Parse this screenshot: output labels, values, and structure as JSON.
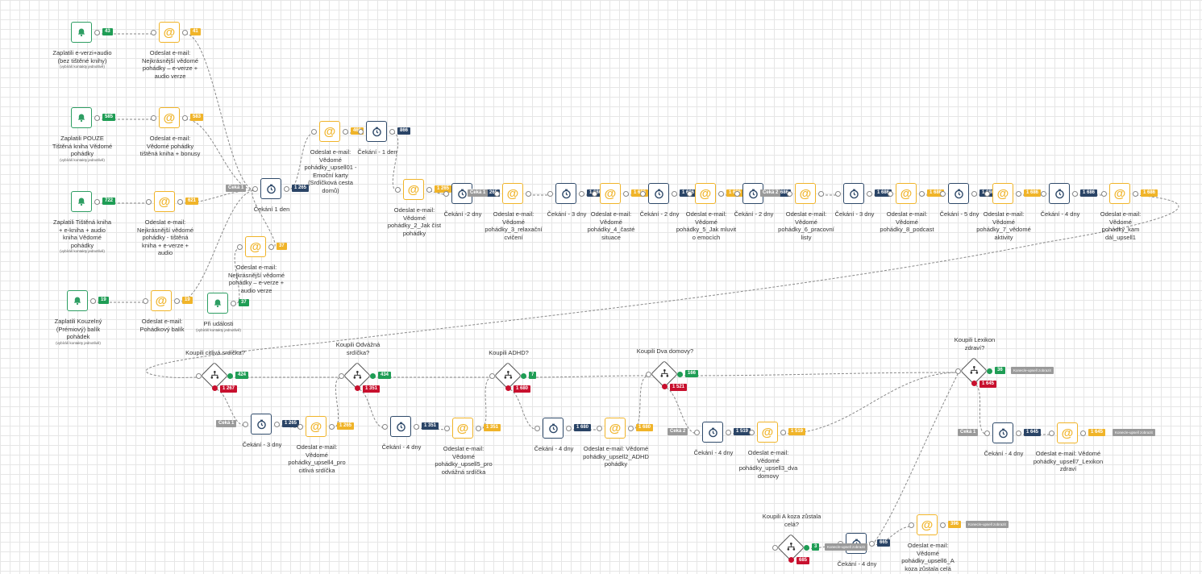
{
  "nodes": [
    {
      "id": "t1",
      "type": "trigger",
      "label": "Zaplatili e-verzi+audio\n(bez tištěné knihy)",
      "sub": "(vybíráš kontakty jednotlivě)",
      "count": "43",
      "cls": "green"
    },
    {
      "id": "e1",
      "type": "email",
      "label": "Odeslat e-mail:\nNejkrásnější vědomé\npohádky – e-verze +\naudio verze",
      "count": "41",
      "cls": "orange"
    },
    {
      "id": "t2",
      "type": "trigger",
      "label": "Zaplatili POUZE\nTištěná kniha Vědomé\npohádky",
      "sub": "(vybíráš kontakty jednotlivě)",
      "count": "585",
      "cls": "green"
    },
    {
      "id": "e2",
      "type": "email",
      "label": "Odeslat e-mail:\nVědomé pohádky\ntištěná kniha + bonusy",
      "count": "583",
      "cls": "orange"
    },
    {
      "id": "t3",
      "type": "trigger",
      "label": "Zaplatili Tištěná kniha\n+ e-kniha + audio\nkniha Vědomé\npohádky",
      "sub": "(vybíráš kontakty jednotlivě)",
      "count": "722",
      "cls": "green"
    },
    {
      "id": "e3",
      "type": "email",
      "label": "Odeslat e-mail:\nNejkrásnější vědomé\npohádky - tištěná\nkniha + e-verze +\naudio",
      "count": "621",
      "cls": "orange"
    },
    {
      "id": "t4",
      "type": "trigger",
      "label": "Zaplatili Kouzelný\n(Prémiový) balík\npohádek",
      "sub": "(vybíráš kontakty jednotlivě)",
      "count": "19",
      "cls": "green"
    },
    {
      "id": "e4",
      "type": "email",
      "label": "Odeslat e-mail:\nPohádkový balík",
      "count": "19",
      "cls": "orange"
    },
    {
      "id": "t5",
      "type": "trigger",
      "label": "Při události",
      "sub": "(vybíráš kontakty jednotlivě)",
      "count": "37",
      "cls": "green"
    },
    {
      "id": "e5",
      "type": "email",
      "label": "Odeslat e-mail:\nNejkrásnější vědomé\npohádky – e-verze +\naudio verze",
      "count": "37",
      "cls": "orange"
    },
    {
      "id": "w1",
      "type": "wait",
      "label": "Čekání 1 den",
      "count": "1 265",
      "cls": "navy",
      "pre": "Čeká 1"
    },
    {
      "id": "e6",
      "type": "email",
      "label": "Odeslat e-mail:\nVědomé\npohádky_upsell01 -\nEmoční karty\n(Srdíčková cesta\ndomů)",
      "count": "466",
      "cls": "orange"
    },
    {
      "id": "w2",
      "type": "wait",
      "label": "Čekání - 1 den",
      "count": "866",
      "cls": "navy"
    },
    {
      "id": "e7",
      "type": "email",
      "label": "Odeslat e-mail:\nVědomé\npohádky_2_Jak číst\npohádky",
      "count": "1 265",
      "cls": "orange"
    },
    {
      "id": "w3",
      "type": "wait",
      "label": "Čekání -2 dny",
      "count": "1 265",
      "cls": "navy"
    },
    {
      "id": "e8",
      "type": "email",
      "label": "Odeslat e-mail:\nVědomé\npohádky_3_relaxační\ncvičení",
      "count": "",
      "cls": "orange",
      "pre": "Čeká 1"
    },
    {
      "id": "w4",
      "type": "wait",
      "label": "Čekání - 3 dny",
      "count": "1 686",
      "cls": "navy"
    },
    {
      "id": "e9",
      "type": "email",
      "label": "Odeslat e-mail:\nVědomé\npohádky_4_časté\nsituace",
      "count": "1 686",
      "cls": "orange"
    },
    {
      "id": "w5",
      "type": "wait",
      "label": "Čekání - 2 dny",
      "count": "1 686",
      "cls": "navy"
    },
    {
      "id": "e10",
      "type": "email",
      "label": "Odeslat e-mail:\nVědomé\npohádky_5_Jak mluvit\no emocích",
      "count": "1 686",
      "cls": "orange"
    },
    {
      "id": "w6",
      "type": "wait",
      "label": "Čekání - 2 dny",
      "count": "1 686",
      "cls": "navy"
    },
    {
      "id": "e11",
      "type": "email",
      "label": "Odeslat e-mail:\nVědomé\npohádky_6_pracovní\nlisty",
      "count": "",
      "cls": "orange",
      "pre": "Čeká 2"
    },
    {
      "id": "w7",
      "type": "wait",
      "label": "Čekání - 3 dny",
      "count": "1 686",
      "cls": "navy"
    },
    {
      "id": "e12",
      "type": "email",
      "label": "Odeslat e-mail:\nVědomé\npohádky_8_podcast",
      "count": "1 686",
      "cls": "orange"
    },
    {
      "id": "w8",
      "type": "wait",
      "label": "Čekání - 5 dny",
      "count": "1 686",
      "cls": "navy"
    },
    {
      "id": "e13",
      "type": "email",
      "label": "Odeslat e-mail:\nVědomé\npohádky_7_vědomé\naktivity",
      "count": "1 686",
      "cls": "orange"
    },
    {
      "id": "w9",
      "type": "wait",
      "label": "Čekání - 4 dny",
      "count": "1 686",
      "cls": "navy"
    },
    {
      "id": "e14",
      "type": "email",
      "label": "Odeslat e-mail:\nVědomé\npohádky_kam\ndál_upsell1",
      "count": "1 686",
      "cls": "orange"
    },
    {
      "id": "w10",
      "type": "wait",
      "label": "Čekání - 3 dny",
      "count": "1 265",
      "cls": "navy",
      "pre": "Čeká 1"
    },
    {
      "id": "e15",
      "type": "email",
      "label": "Odeslat e-mail:\nVědomé\npohádky_upsell4_pro\ncitlivá srdíčka",
      "count": "1 265",
      "cls": "orange"
    },
    {
      "id": "w11",
      "type": "wait",
      "label": "Čekání - 4 dny",
      "count": "1 351",
      "cls": "navy"
    },
    {
      "id": "e16",
      "type": "email",
      "label": "Odeslat e-mail:\nVědomé\npohádky_upsell5_pro\nodvážná srdíčka",
      "count": "1 351",
      "cls": "orange"
    },
    {
      "id": "w12",
      "type": "wait",
      "label": "Čekání - 4 dny",
      "count": "1 680",
      "cls": "navy"
    },
    {
      "id": "e17",
      "type": "email",
      "label": "Odeslat e-mail: Vědomé\npohádky_upsell2_ADHD\npohádky",
      "count": "1 680",
      "cls": "orange"
    },
    {
      "id": "w13",
      "type": "wait",
      "label": "Čekání - 4 dny",
      "count": "1 519",
      "cls": "navy",
      "pre": "Čeká 2"
    },
    {
      "id": "e18",
      "type": "email",
      "label": "Odeslat e-mail:\nVědomé\npohádky_upsell3_dva\ndomovy",
      "count": "1 519",
      "cls": "orange"
    },
    {
      "id": "w14",
      "type": "wait",
      "label": "Čekání - 4 dny",
      "count": "1 645",
      "cls": "navy",
      "pre": "Čeká 1"
    },
    {
      "id": "e19",
      "type": "email",
      "label": "Odeslat e-mail: Vědomé\npohádky_upsell7_Lexikon\nzdraví",
      "count": "1 645",
      "cls": "orange",
      "end": "Konec/e-upsell zobrazit"
    },
    {
      "id": "w15",
      "type": "wait",
      "label": "Čekání - 4 dny",
      "count": "665",
      "cls": "navy"
    },
    {
      "id": "e20",
      "type": "email",
      "label": "Odeslat e-mail:\nVědomé\npohádky_upsell6_A\nkoza zůstala celá",
      "count": "396",
      "cls": "orange",
      "end": "Konec/e-upsell zobrazit"
    }
  ],
  "conditions": [
    {
      "id": "c1",
      "title": "Koupili citlivá srdíčka?",
      "yes": "424",
      "no": "1 267"
    },
    {
      "id": "c2",
      "title": "Koupili Odvážná\nsrdíčka?",
      "yes": "434",
      "no": "1 351"
    },
    {
      "id": "c3",
      "title": "Koupili ADHD?",
      "yes": "7",
      "no": "1 680"
    },
    {
      "id": "c4",
      "title": "Koupili Dva domovy?",
      "yes": "166",
      "no": "1 521"
    },
    {
      "id": "c5",
      "title": "Koupili Lexikon\nzdraví?",
      "yes": "36",
      "no": "1 645",
      "end": "Konec/e-upsell zobrazit"
    },
    {
      "id": "c6",
      "title": "Koupili A koza zůstala\ncelá?",
      "yes": "3",
      "no": "685",
      "end": "Konec/e-upsell zobrazit"
    }
  ],
  "colors": {
    "trigger": "#2e9e63",
    "email": "#f0b429",
    "wait": "#2f4a6a",
    "yes": "#1f9d55",
    "no": "#c8102e",
    "wire": "#8a8a8a"
  }
}
